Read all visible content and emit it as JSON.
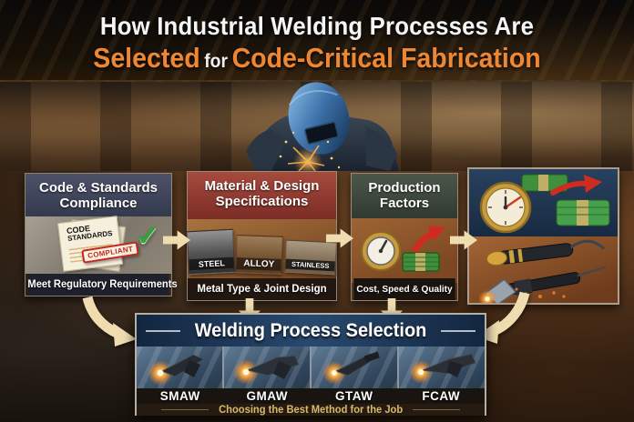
{
  "title": {
    "line1": "How Industrial Welding Processes Are",
    "line2_selected": "Selected",
    "line2_for": "for",
    "line2_rest": "Code-Critical Fabrication"
  },
  "compliance": {
    "title_line1": "Code & Standards",
    "title_line2": "Compliance",
    "doc_line1": "CODE",
    "doc_line2": "STANDARDS",
    "stamp": "COMPLIANT",
    "check_glyph": "✓",
    "caption": "Meet Regulatory Requirements"
  },
  "material": {
    "title_line1": "Material & Design",
    "title_line2": "Specifications",
    "materials": [
      "STEEL",
      "ALLOY",
      "STAINLESS"
    ],
    "caption": "Metal Type & Joint Design"
  },
  "production": {
    "title_line1": "Production",
    "title_line2": "Factors",
    "caption": "Cost, Speed & Quality"
  },
  "selection": {
    "title": "Welding Process Selection",
    "processes": [
      "SMAW",
      "GMAW",
      "GTAW",
      "FCAW"
    ],
    "caption": "Choosing the Best Method for the Job"
  },
  "colors": {
    "accent_orange": "#ED8733",
    "arrow_tan": "#EFDDB0",
    "compliance_header": "#41465C",
    "material_header": "#8E372E",
    "production_header": "#414C41",
    "selection_header": "#1E3C64",
    "stamp_red": "#C3271E",
    "check_green": "#2FA33A",
    "money_green": "#3F8F3C",
    "caption_gold": "#D9B96B"
  }
}
